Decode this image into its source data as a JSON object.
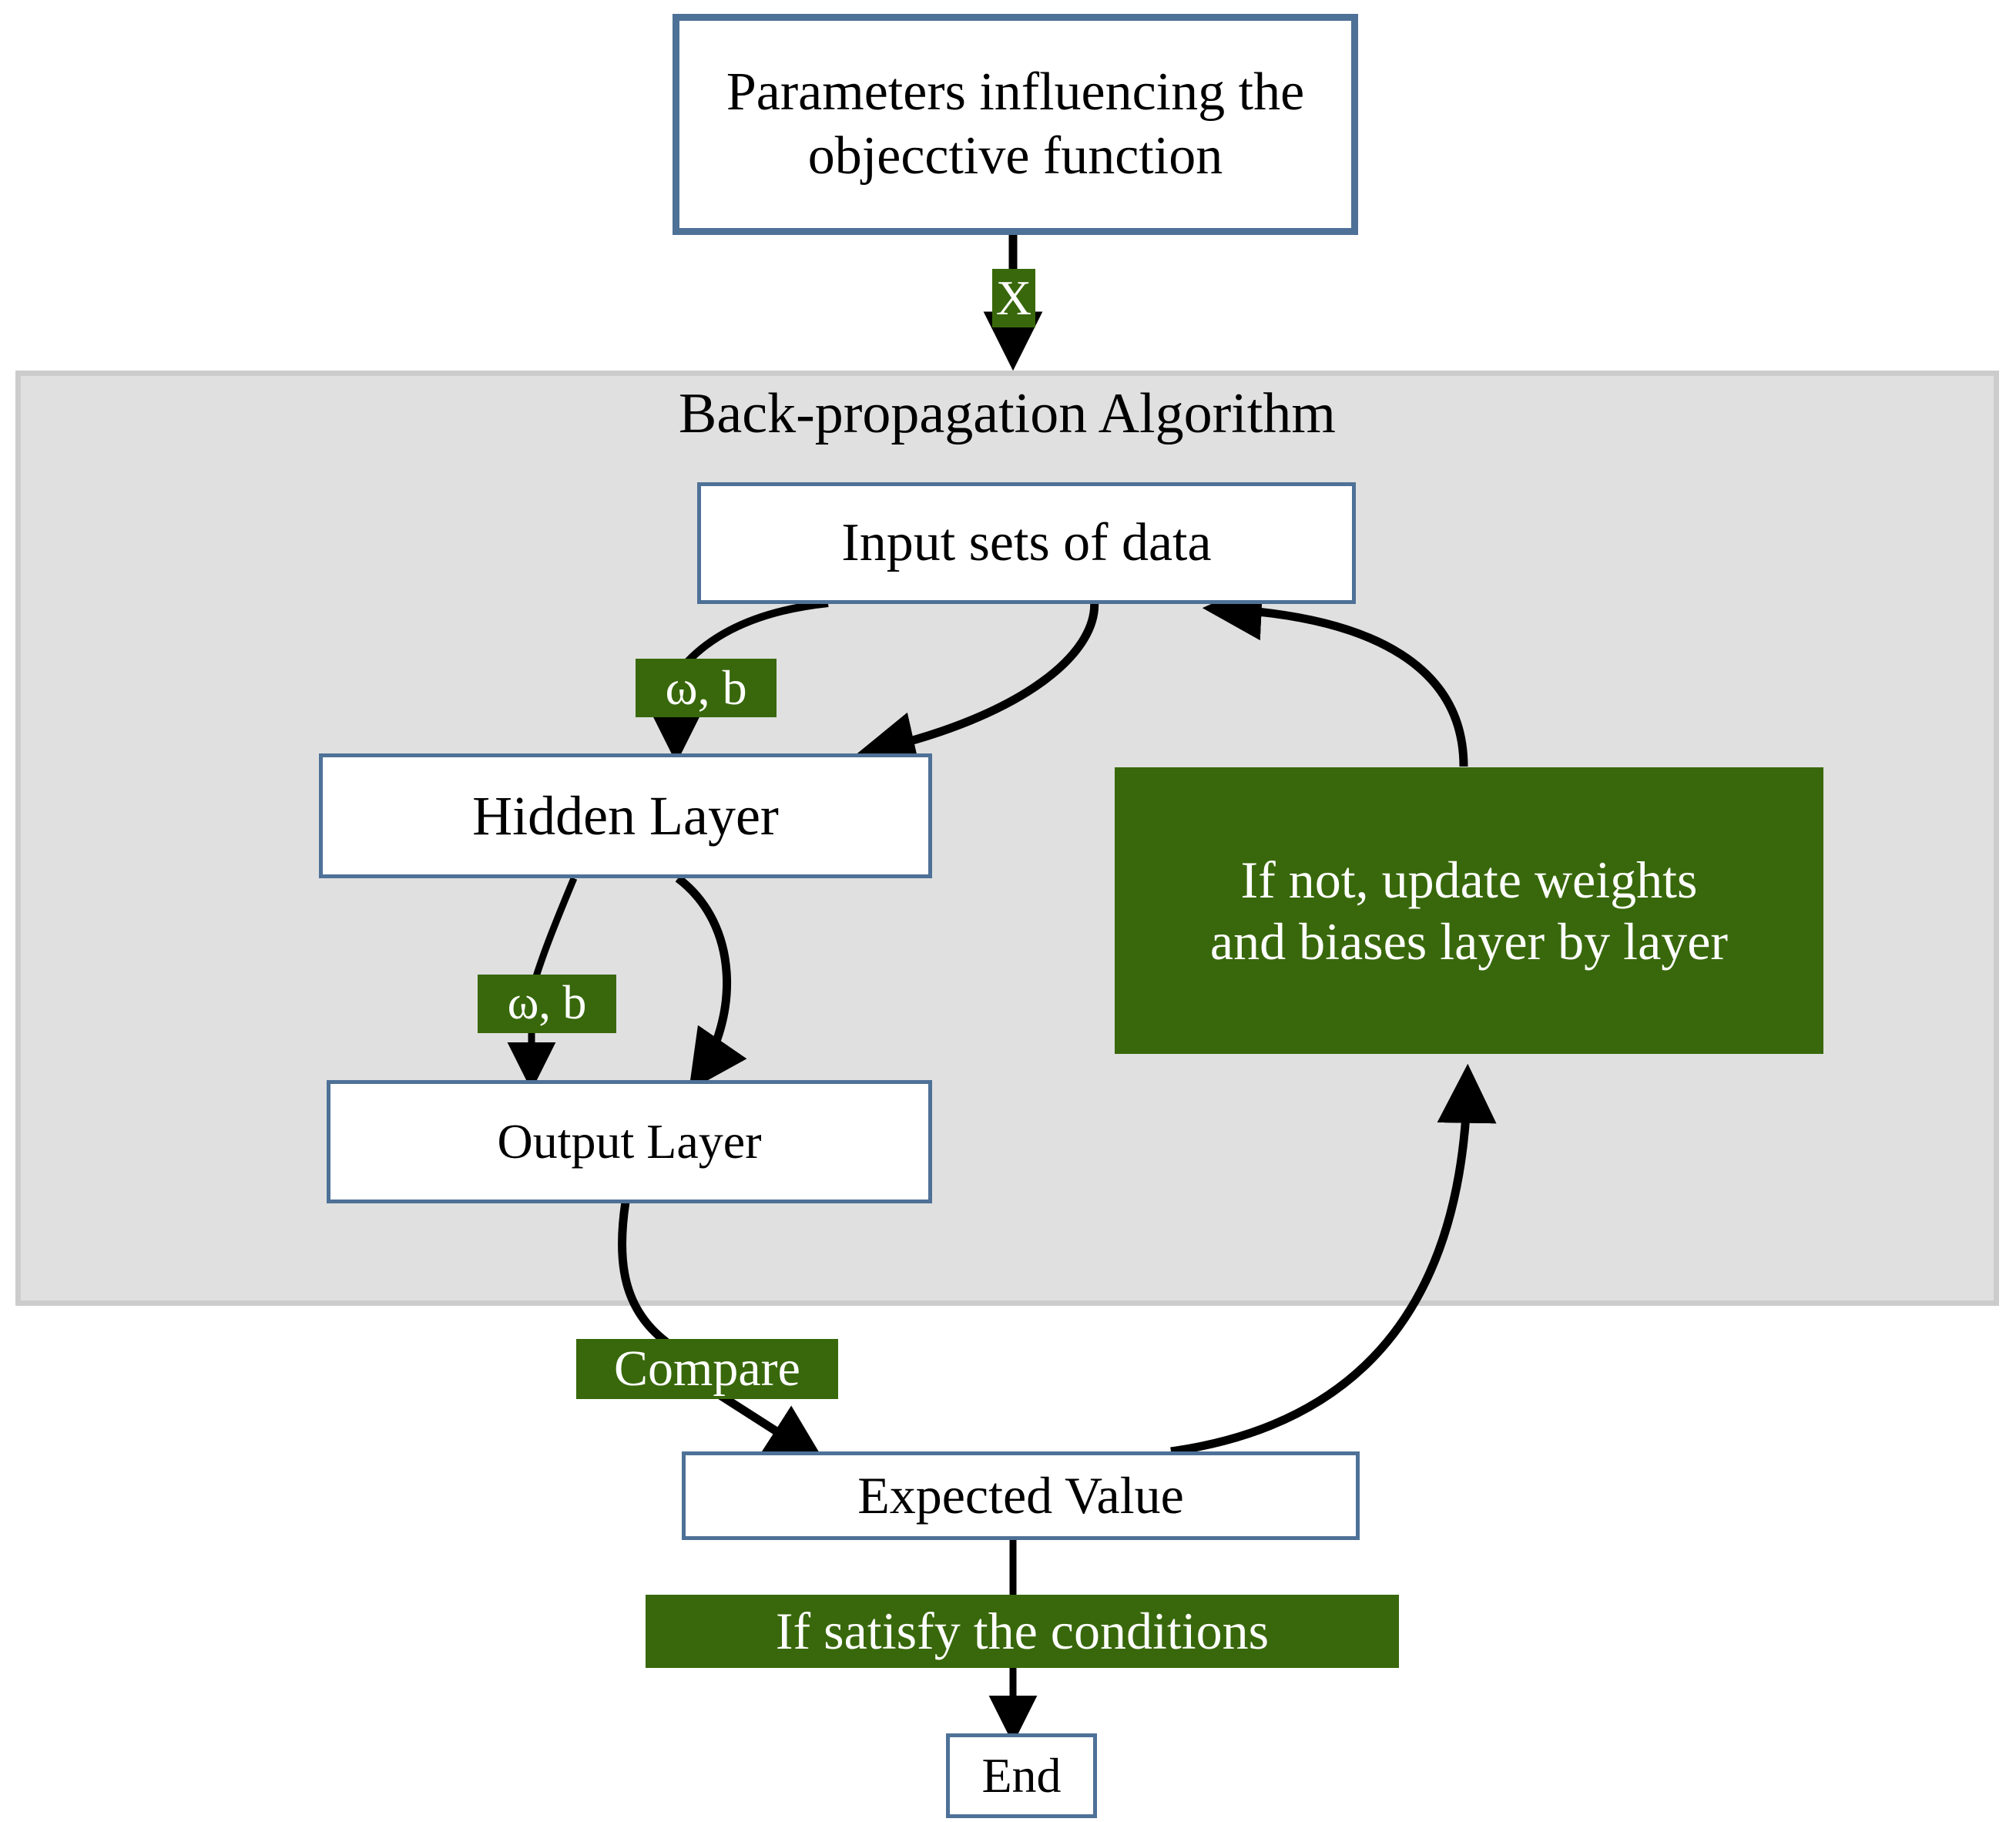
{
  "diagram": {
    "title": "Back-propagation Algorithm flowchart",
    "colors": {
      "box_border_blue": "#4e7197",
      "label_green": "#38680b",
      "panel_fill": "#e0e0e0",
      "panel_border": "#cccccc",
      "box_fill": "#ffffff",
      "text_dark": "#000000",
      "text_light": "#ffffff",
      "arrow": "#000000"
    },
    "nodes": {
      "parameters": {
        "label_line1": "Parameters influencing the",
        "label_line2": "objecctive function"
      },
      "x_label": {
        "label": "X"
      },
      "group": {
        "title": "Back-propagation Algorithm"
      },
      "input_sets": {
        "label": "Input sets of data"
      },
      "omega_b_1": {
        "label": "ω, b"
      },
      "hidden_layer": {
        "label": "Hidden Layer"
      },
      "omega_b_2": {
        "label": "ω, b"
      },
      "output_layer": {
        "label": "Output Layer"
      },
      "update_weights": {
        "label_line1": "If not, update weights",
        "label_line2": "and biases layer by layer"
      },
      "compare": {
        "label": "Compare"
      },
      "expected_value": {
        "label": "Expected Value"
      },
      "satisfy_conditions": {
        "label": "If satisfy the conditions"
      },
      "end": {
        "label": "End"
      }
    },
    "edges": [
      {
        "from": "parameters",
        "to": "input_sets",
        "label": "X"
      },
      {
        "from": "input_sets",
        "to": "hidden_layer",
        "label": "ω, b"
      },
      {
        "from": "input_sets",
        "to": "hidden_layer",
        "label": ""
      },
      {
        "from": "update_weights",
        "to": "input_sets",
        "label": ""
      },
      {
        "from": "hidden_layer",
        "to": "output_layer",
        "label": "ω, b"
      },
      {
        "from": "hidden_layer",
        "to": "output_layer",
        "label": ""
      },
      {
        "from": "output_layer",
        "to": "expected_value",
        "label": "Compare"
      },
      {
        "from": "expected_value",
        "to": "update_weights",
        "label": ""
      },
      {
        "from": "expected_value",
        "to": "end",
        "label": "If satisfy the conditions"
      }
    ]
  }
}
